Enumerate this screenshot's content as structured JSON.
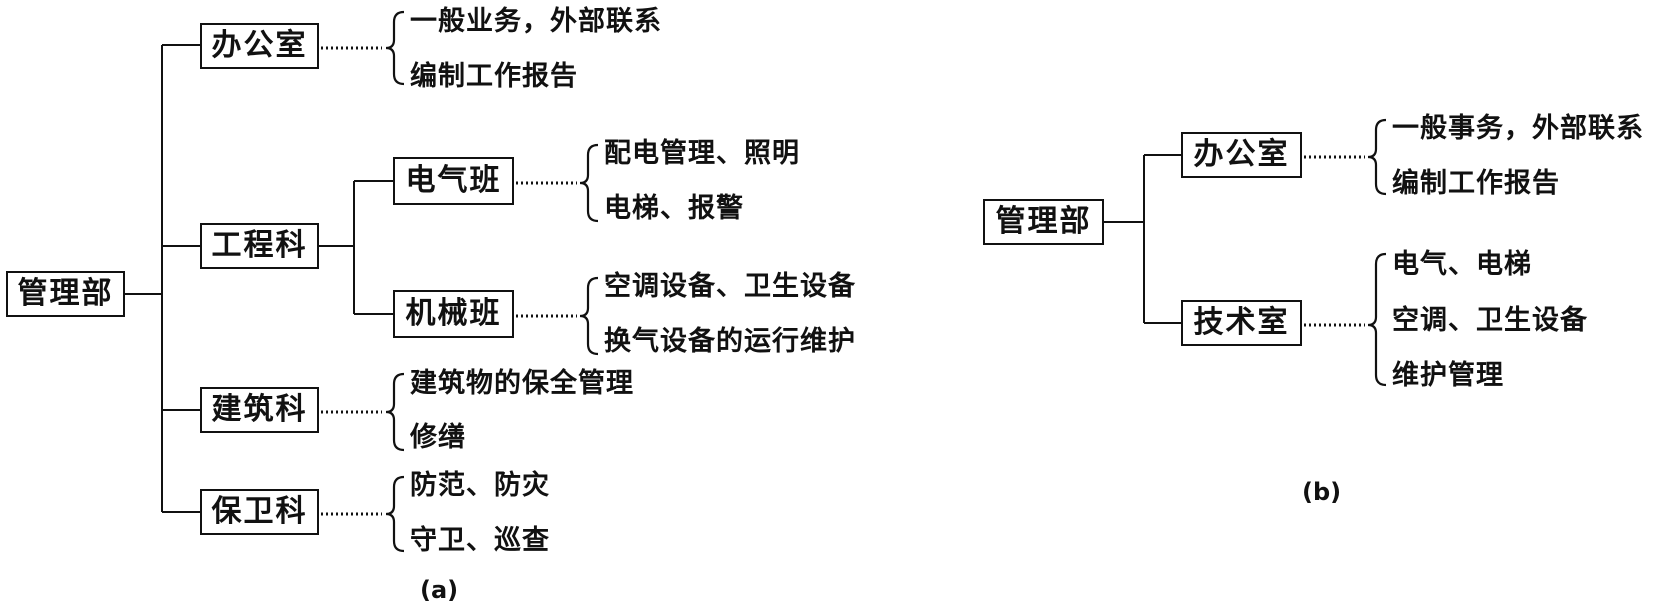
{
  "diagram_a": {
    "caption": "(a)",
    "root": "管理部",
    "office": {
      "label": "办公室",
      "items": [
        "一般业务，外部联系",
        "编制工作报告"
      ]
    },
    "engineering": {
      "label": "工程科",
      "electric": {
        "label": "电气班",
        "items": [
          "配电管理、照明",
          "电梯、报警"
        ]
      },
      "mechanical": {
        "label": "机械班",
        "items": [
          "空调设备、卫生设备",
          "换气设备的运行维护"
        ]
      }
    },
    "construction": {
      "label": "建筑科",
      "items": [
        "建筑物的保全管理",
        "修缮"
      ]
    },
    "security": {
      "label": "保卫科",
      "items": [
        "防范、防灾",
        "守卫、巡查"
      ]
    }
  },
  "diagram_b": {
    "caption": "(b)",
    "root": "管理部",
    "office": {
      "label": "办公室",
      "items": [
        "一般事务，外部联系",
        "编制工作报告"
      ]
    },
    "technical": {
      "label": "技术室",
      "items": [
        "电气、电梯",
        "空调、卫生设备",
        "维护管理"
      ]
    }
  }
}
